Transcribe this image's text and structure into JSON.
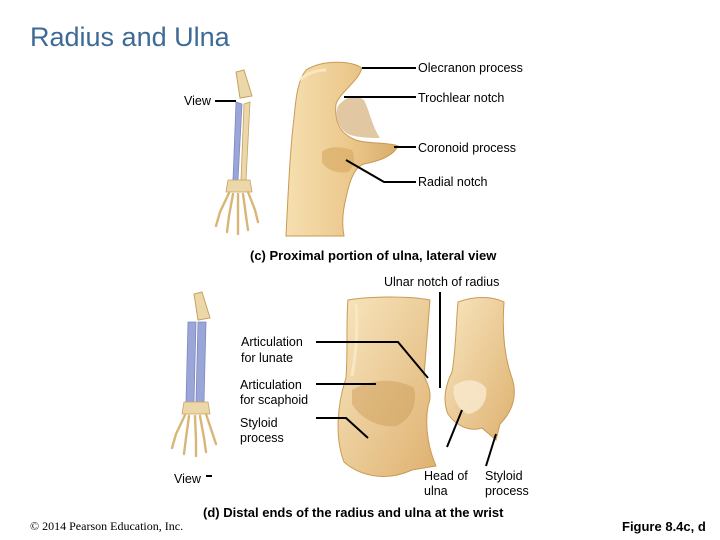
{
  "title": "Radius and Ulna",
  "panel_c": {
    "view_label": "View",
    "labels": {
      "olecranon": "Olecranon process",
      "trochlear": "Trochlear notch",
      "coronoid": "Coronoid process",
      "radial_notch": "Radial notch"
    },
    "caption": "(c) Proximal portion of ulna, lateral view"
  },
  "panel_d": {
    "view_label": "View",
    "labels": {
      "ulnar_notch": "Ulnar notch of radius",
      "artic_lunate_1": "Articulation",
      "artic_lunate_2": "for lunate",
      "artic_scaphoid_1": "Articulation",
      "artic_scaphoid_2": "for scaphoid",
      "styloid_radius_1": "Styloid",
      "styloid_radius_2": "process",
      "head_ulna_1": "Head of",
      "head_ulna_2": "ulna",
      "styloid_ulna_1": "Styloid",
      "styloid_ulna_2": "process"
    },
    "caption": "(d) Distal ends of the radius and ulna at the wrist"
  },
  "copyright": "© 2014 Pearson Education, Inc.",
  "figure_number": "Figure 8.4c, d",
  "colors": {
    "title": "#3d6a96",
    "bone": "#ecc98e",
    "bone_dark": "#c99a55",
    "bone_light": "#f7e2b8",
    "highlight": "#9aa6d8"
  }
}
